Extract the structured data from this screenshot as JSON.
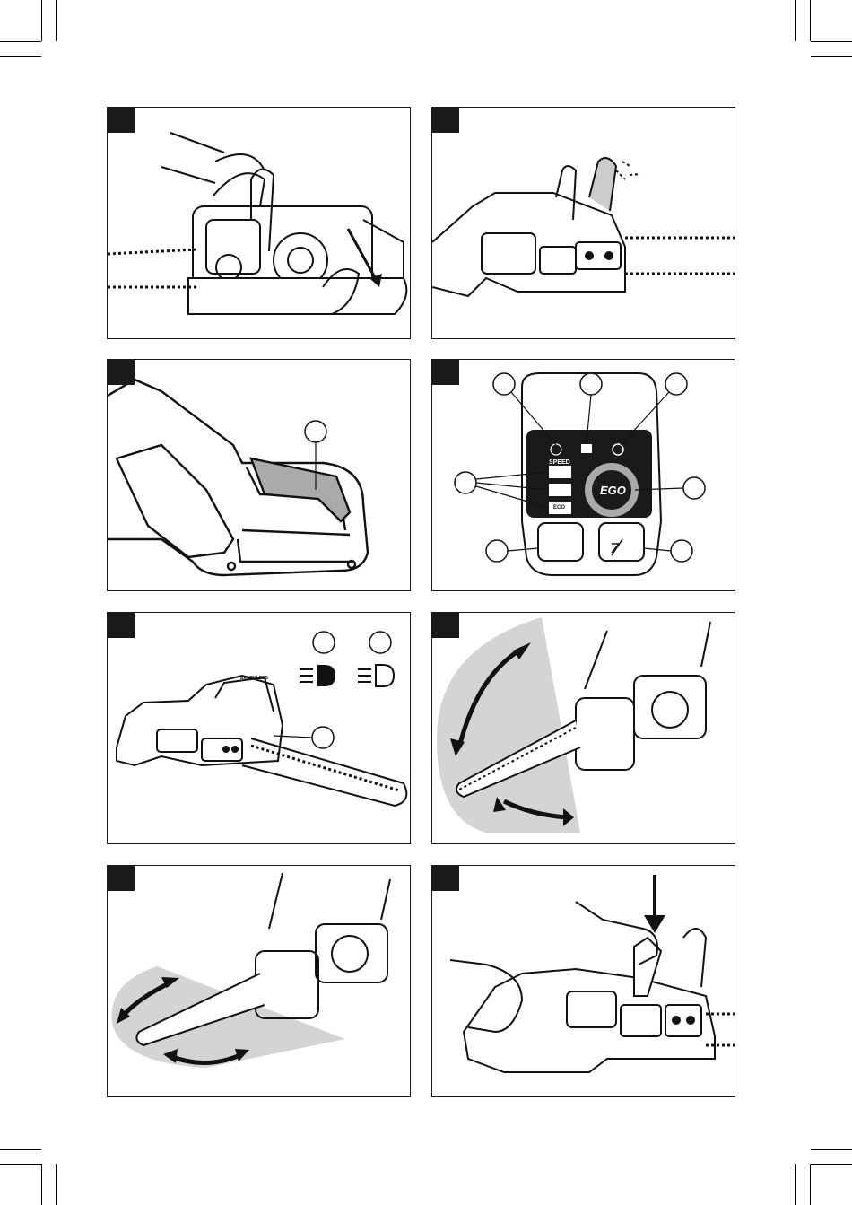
{
  "control_panel": {
    "speed_label": "SPEED",
    "eco_label": "ECO",
    "logo_text": "EGO"
  },
  "chainsaw_branding": {
    "brushless_text": "BRUSHLESS"
  },
  "icons": {
    "light_on": "headlight-on-icon",
    "light_off": "headlight-off-icon",
    "arrows": "motion-arrow-icon"
  }
}
